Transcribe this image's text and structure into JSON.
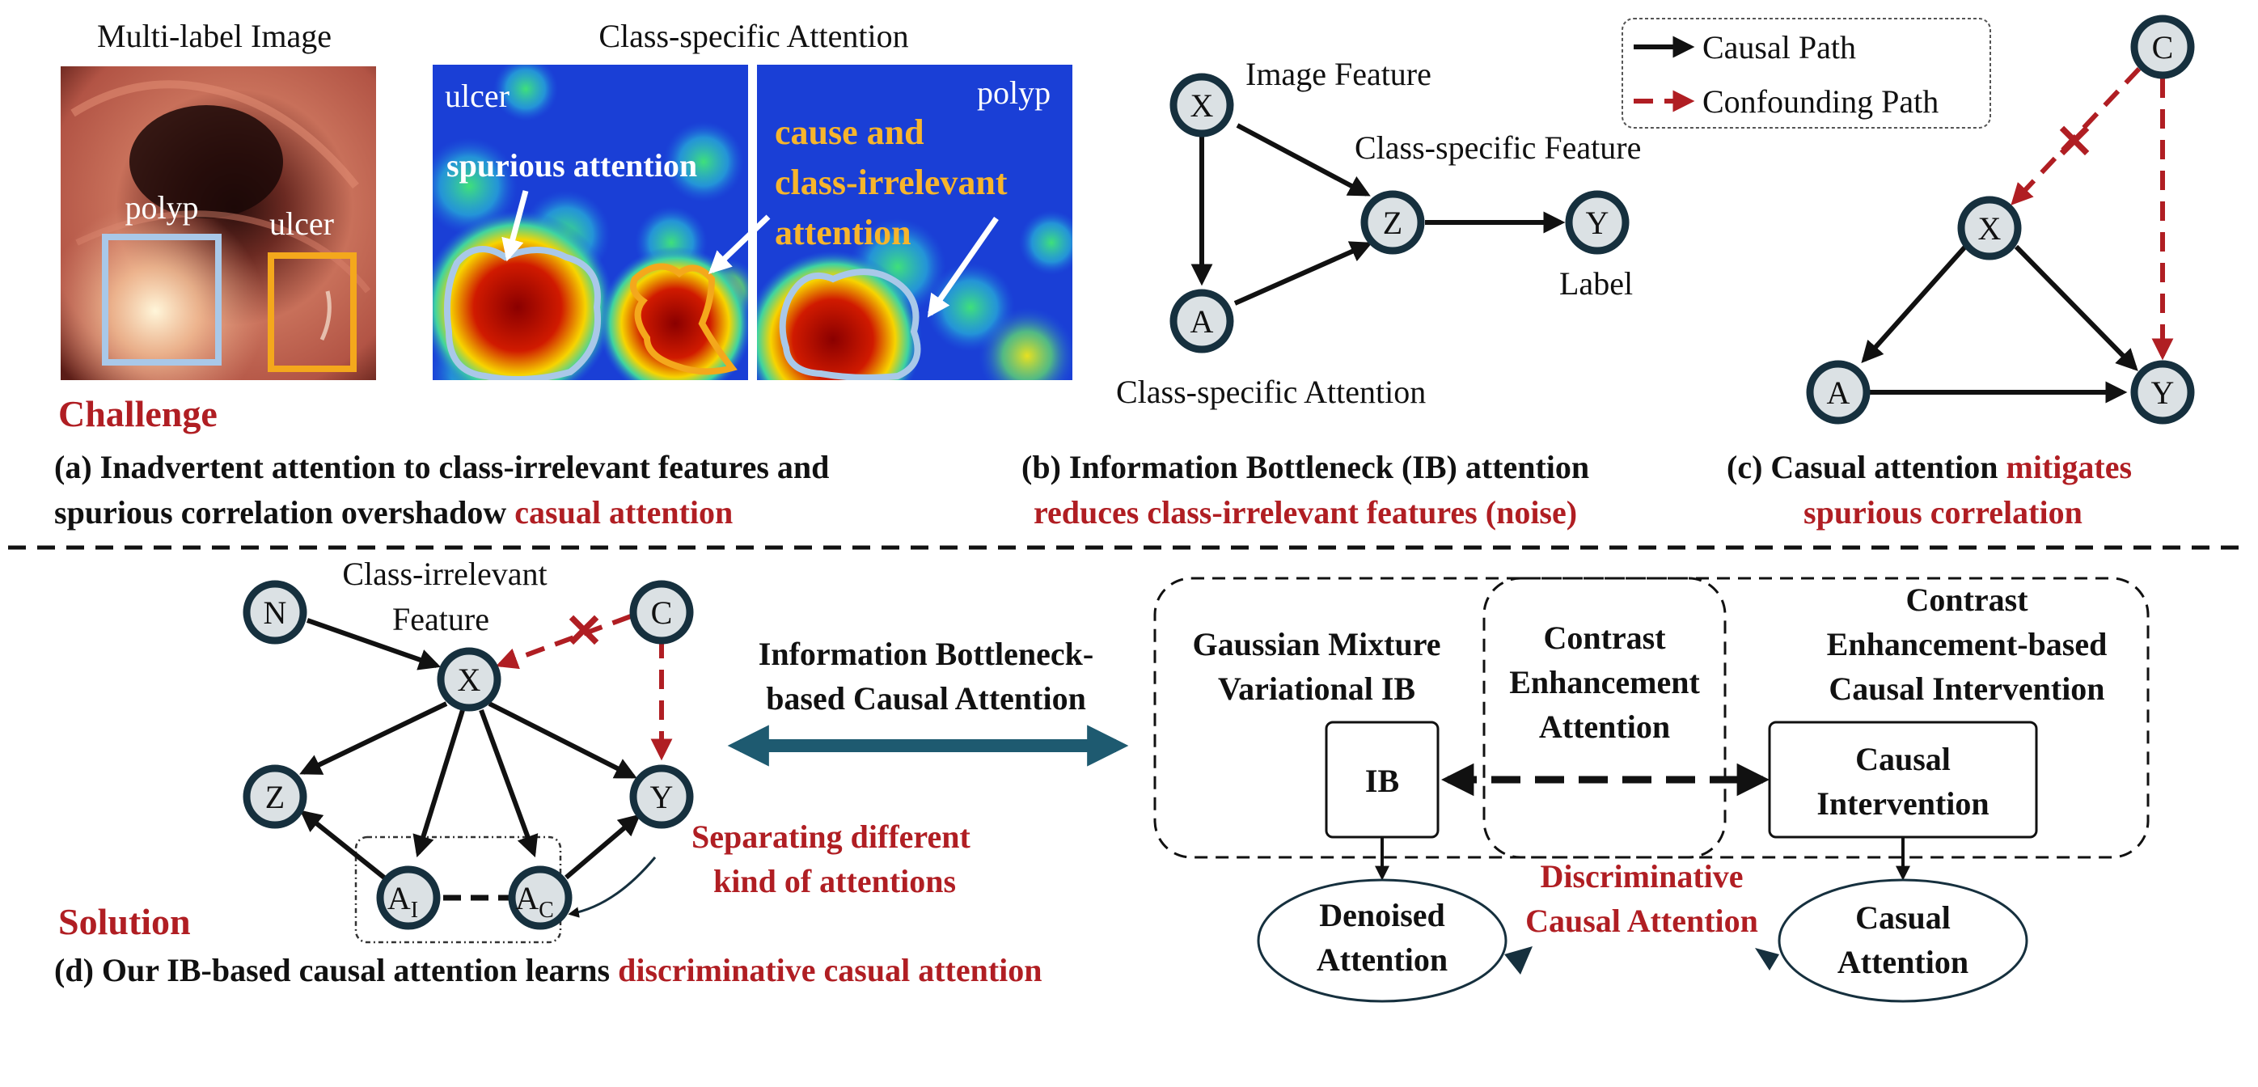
{
  "top": {
    "multi_label_title": "Multi-label Image",
    "endo_labels": {
      "polyp": "polyp",
      "ulcer": "ulcer"
    },
    "attention_title": "Class-specific Attention",
    "heatmap_left": {
      "class": "ulcer",
      "spurious": "spurious attention"
    },
    "heatmap_annotation": [
      "cause and",
      "class-irrelevant",
      "attention"
    ],
    "heatmap_right": {
      "class": "polyp"
    },
    "challenge": "Challenge",
    "caption_a": {
      "line1": "(a) Inadvertent attention to class-irrelevant features and",
      "line2_black": "spurious correlation overshadow ",
      "line2_red": "casual attention"
    },
    "graph_b": {
      "nodes": {
        "x": "X",
        "z": "Z",
        "y": "Y",
        "a": "A"
      },
      "labels": {
        "image_feature": "Image Feature",
        "class_feature": "Class-specific Feature",
        "label": "Label",
        "class_attention": "Class-specific Attention"
      }
    },
    "caption_b": {
      "line1": "(b) Information Bottleneck (IB) attention",
      "line2_red": "reduces class-irrelevant features (noise)"
    },
    "legend": {
      "causal": "Causal Path",
      "confounding": "Confounding Path"
    },
    "graph_c": {
      "nodes": {
        "c": "C",
        "x": "X",
        "a": "A",
        "y": "Y"
      }
    },
    "caption_c": {
      "line1_black": "(c) Casual attention ",
      "line1_red": "mitigates",
      "line2_red": "spurious correlation"
    }
  },
  "bottom": {
    "graph_d": {
      "nodes": {
        "n": "N",
        "c": "C",
        "x": "X",
        "z": "Z",
        "y": "Y",
        "ai": "A",
        "ai_sub": "I",
        "ac": "A",
        "ac_sub": "C"
      },
      "irrelevant_label": [
        "Class-irrelevant",
        "Feature"
      ],
      "separating": [
        "Separating different",
        "kind of attentions"
      ]
    },
    "solution": "Solution",
    "caption_d": {
      "black": "(d) Our IB-based causal attention learns ",
      "red": "discriminative casual attention"
    },
    "ib_causal_attention": [
      "Information Bottleneck-",
      "based Causal Attention"
    ],
    "gmvib": [
      "Gaussian Mixture",
      "Variational IB"
    ],
    "contrast_attention": [
      "Contrast",
      "Enhancement",
      "Attention"
    ],
    "cebci": [
      "Contrast",
      "Enhancement-based",
      "Causal Intervention"
    ],
    "ib_box": "IB",
    "causal_intervention": [
      "Causal",
      "Intervention"
    ],
    "denoised": [
      "Denoised",
      "Attention"
    ],
    "casual_attention": [
      "Casual",
      "Attention"
    ],
    "discriminative": [
      "Discriminative",
      "Causal Attention"
    ]
  },
  "colors": {
    "accent_red": "#b01e23",
    "node_stroke": "#16303e",
    "node_fill": "#dbe1e4",
    "teal_arrow": "#1e5a70",
    "box_orange": "#f4a81c",
    "box_blue": "#a9c8e8",
    "annotation_orange": "#f7b52c"
  }
}
